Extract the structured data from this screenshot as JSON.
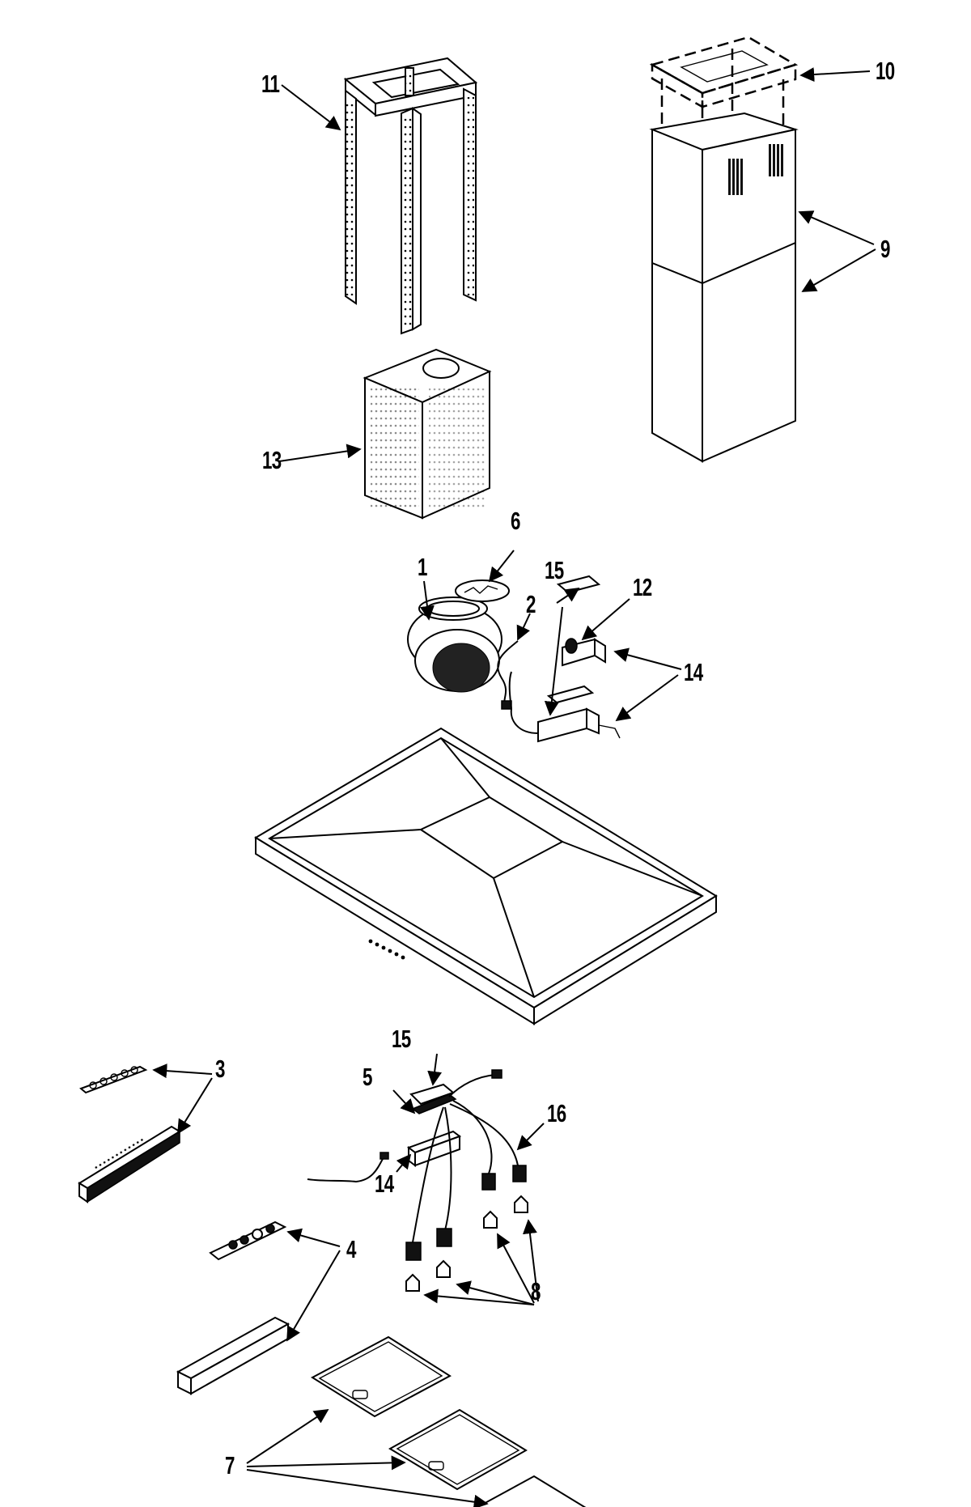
{
  "labels": {
    "l1": "1",
    "l2": "2",
    "l3": "3",
    "l4": "4",
    "l5": "5",
    "l6": "6",
    "l7": "7",
    "l8": "8",
    "l9": "9",
    "l10": "10",
    "l11": "11",
    "l12": "12",
    "l13": "13",
    "l14": "14",
    "l15a": "15",
    "l15b": "15",
    "l16": "16",
    "l14b": "14"
  }
}
